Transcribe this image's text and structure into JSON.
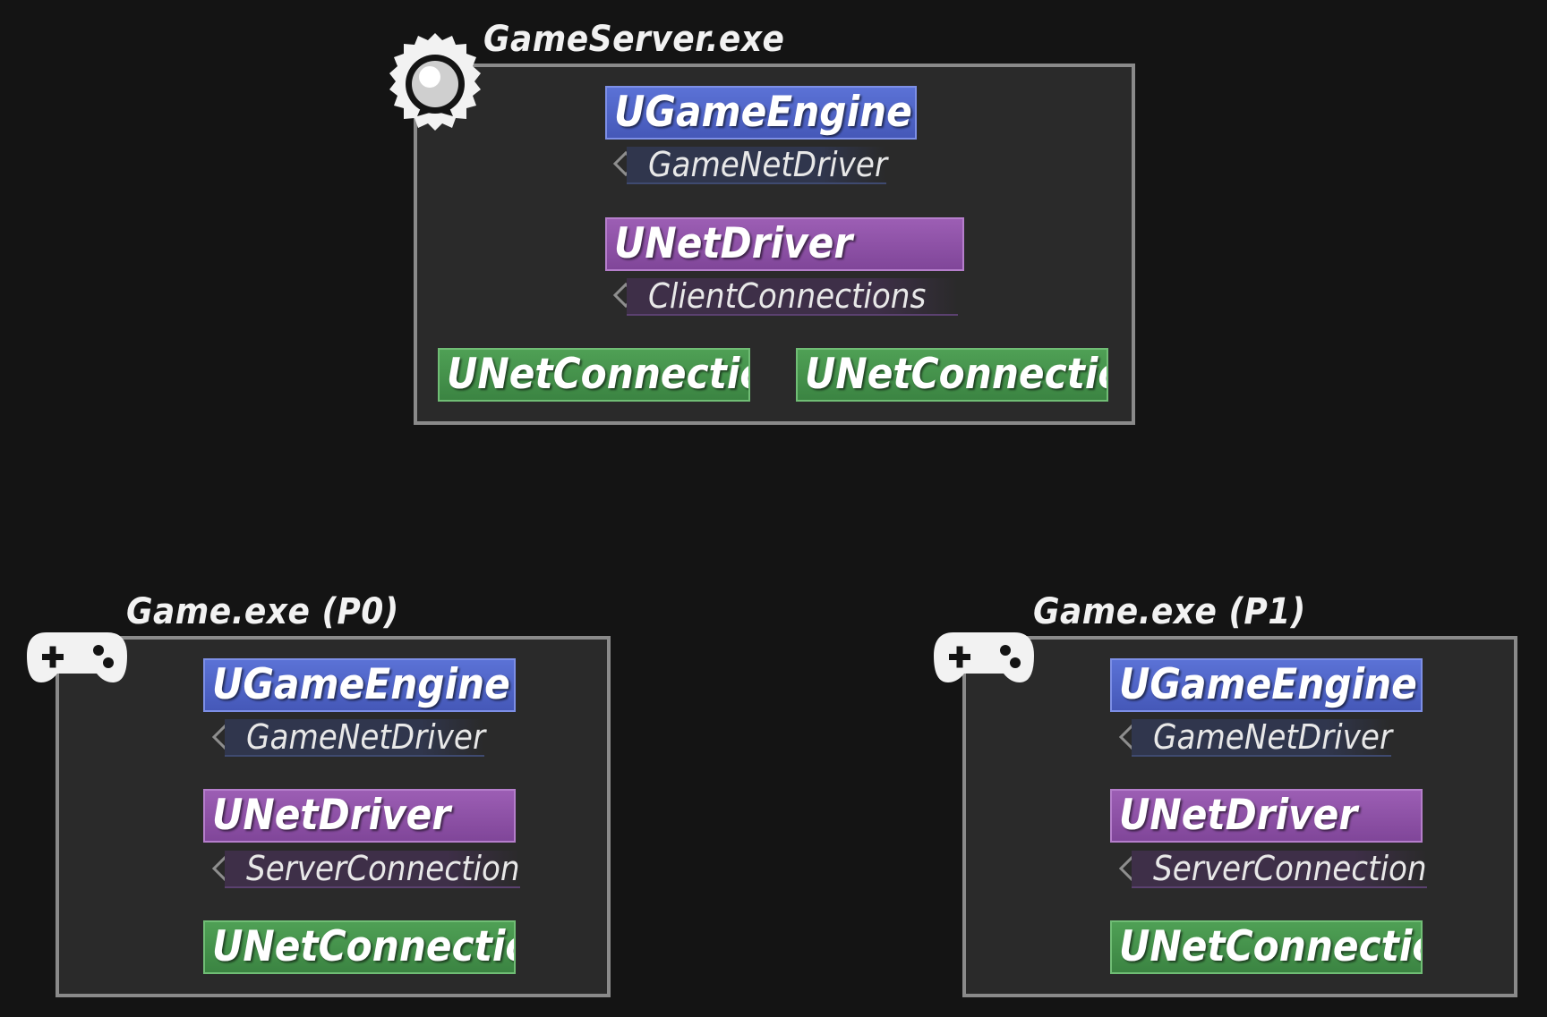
{
  "server": {
    "title": "GameServer.exe",
    "engine": "UGameEngine",
    "engine_prop": "GameNetDriver",
    "driver": "UNetDriver",
    "driver_prop": "ClientConnections",
    "connections": [
      "UNetConnection",
      "UNetConnection"
    ],
    "icon": "award-badge-icon"
  },
  "clients": [
    {
      "title": "Game.exe (P0)",
      "engine": "UGameEngine",
      "engine_prop": "GameNetDriver",
      "driver": "UNetDriver",
      "driver_prop": "ServerConnection",
      "connection": "UNetConnection",
      "icon": "gamepad-icon"
    },
    {
      "title": "Game.exe (P1)",
      "engine": "UGameEngine",
      "engine_prop": "GameNetDriver",
      "driver": "UNetDriver",
      "driver_prop": "ServerConnection",
      "connection": "UNetConnection",
      "icon": "gamepad-icon"
    }
  ],
  "colors": {
    "background": "#141414",
    "panel": "#2a2a2a",
    "panel_border": "#8a8a8a",
    "engine": "#4f66c8",
    "driver": "#8f52a8",
    "connection": "#44924b"
  }
}
